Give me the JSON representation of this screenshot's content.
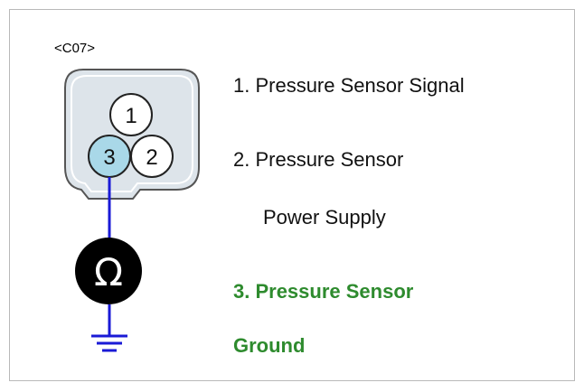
{
  "connector": {
    "id": "<C07>",
    "pins": [
      {
        "number": "1",
        "highlighted": false
      },
      {
        "number": "2",
        "highlighted": false
      },
      {
        "number": "3",
        "highlighted": true
      }
    ]
  },
  "meter_symbol": "Ω",
  "labels": {
    "pin1": "1. Pressure Sensor Signal",
    "pin2_line1": "2. Pressure Sensor",
    "pin2_line2": "Power Supply",
    "pin3_line1": "3. Pressure Sensor",
    "pin3_line2": "Ground"
  },
  "colors": {
    "wire": "#1a1ad6",
    "highlight_pin": "#a9d8e8",
    "highlight_text": "#2e8b2e",
    "connector_fill": "#dde4ea"
  }
}
